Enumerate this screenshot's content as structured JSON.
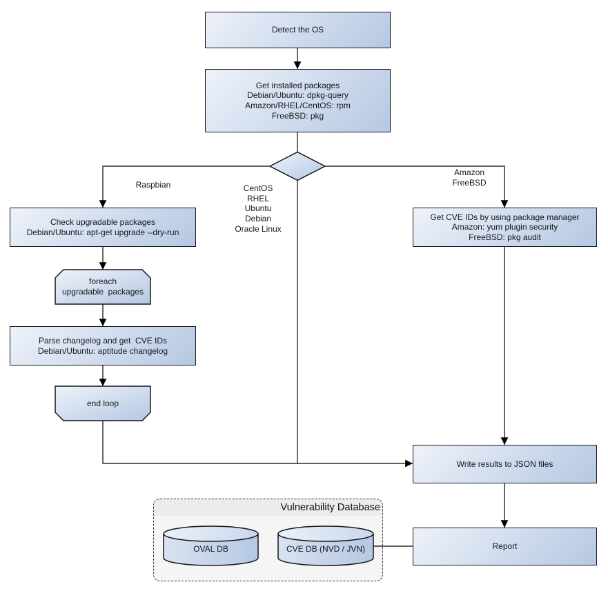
{
  "colors": {
    "node_fill_light": "#eef2fa",
    "node_fill_dark": "#b5c8e2",
    "node_border": "#14171c",
    "connector": "#000000",
    "container_bg": "#f5f5f6",
    "container_header_bg": "#ececee",
    "text": "#15181c"
  },
  "nodes": {
    "detect_os": {
      "lines": [
        "Detect the OS"
      ]
    },
    "get_installed_packages": {
      "lines": [
        "Get installed packages",
        "Debian/Ubuntu: dpkg-query",
        "Amazon/RHEL/CentOS: rpm",
        "FreeBSD: pkg"
      ]
    },
    "check_upgradable": {
      "lines": [
        "Check upgradable packages",
        "Debian/Ubuntu: apt-get upgrade --dry-run"
      ]
    },
    "foreach_loop": {
      "lines": [
        "foreach",
        "upgradable  packages"
      ]
    },
    "parse_changelog": {
      "lines": [
        "Parse changelog and get  CVE IDs",
        "Debian/Ubuntu: aptitude changelog"
      ]
    },
    "end_loop": {
      "lines": [
        "end loop"
      ]
    },
    "get_cve_ids": {
      "lines": [
        "Get CVE IDs by using package manager",
        "Amazon: yum plugin security",
        "FreeBSD: pkg audit"
      ]
    },
    "write_results": {
      "lines": [
        "Write results to JSON files"
      ]
    },
    "report": {
      "lines": [
        "Report"
      ]
    }
  },
  "branch_labels": {
    "left": {
      "lines": [
        "Raspbian"
      ]
    },
    "middle": {
      "lines": [
        "CentOS",
        "RHEL",
        "Ubuntu",
        "Debian",
        "Oracle Linux"
      ]
    },
    "right": {
      "lines": [
        "Amazon",
        "FreeBSD"
      ]
    }
  },
  "database": {
    "title": "Vulnerability Database",
    "cylinders": [
      {
        "label": "OVAL DB"
      },
      {
        "label": "CVE DB (NVD / JVN)"
      }
    ]
  }
}
